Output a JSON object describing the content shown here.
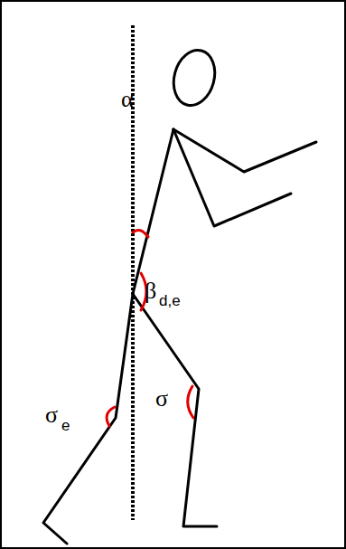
{
  "diagram": {
    "labels": [
      "α",
      "β",
      "d,e",
      "σ",
      "e",
      "σ"
    ]
  }
}
